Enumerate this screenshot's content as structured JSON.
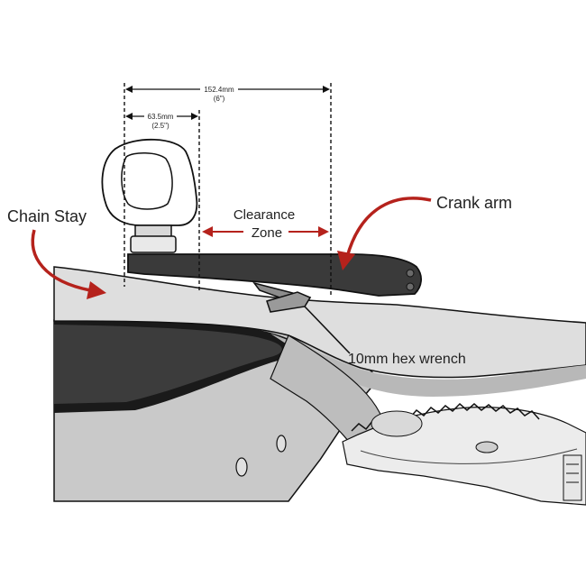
{
  "labels": {
    "chain_stay": "Chain Stay",
    "crank_arm": "Crank arm",
    "clearance_line1": "Clearance",
    "clearance_line2": "Zone",
    "hex_wrench": "10mm hex wrench"
  },
  "dimensions": {
    "outer_mm": "152.4mm",
    "outer_in": "(6\")",
    "inner_mm": "63.5mm",
    "inner_in": "(2.5\")"
  },
  "colors": {
    "arrow_red": "#b5221c",
    "frame_fill": "#d6d6d6",
    "frame_shadow": "#a9a9a9",
    "crank_fill": "#3a3a3a",
    "wrench_fill": "#8c8c8c",
    "outline": "#111111"
  }
}
